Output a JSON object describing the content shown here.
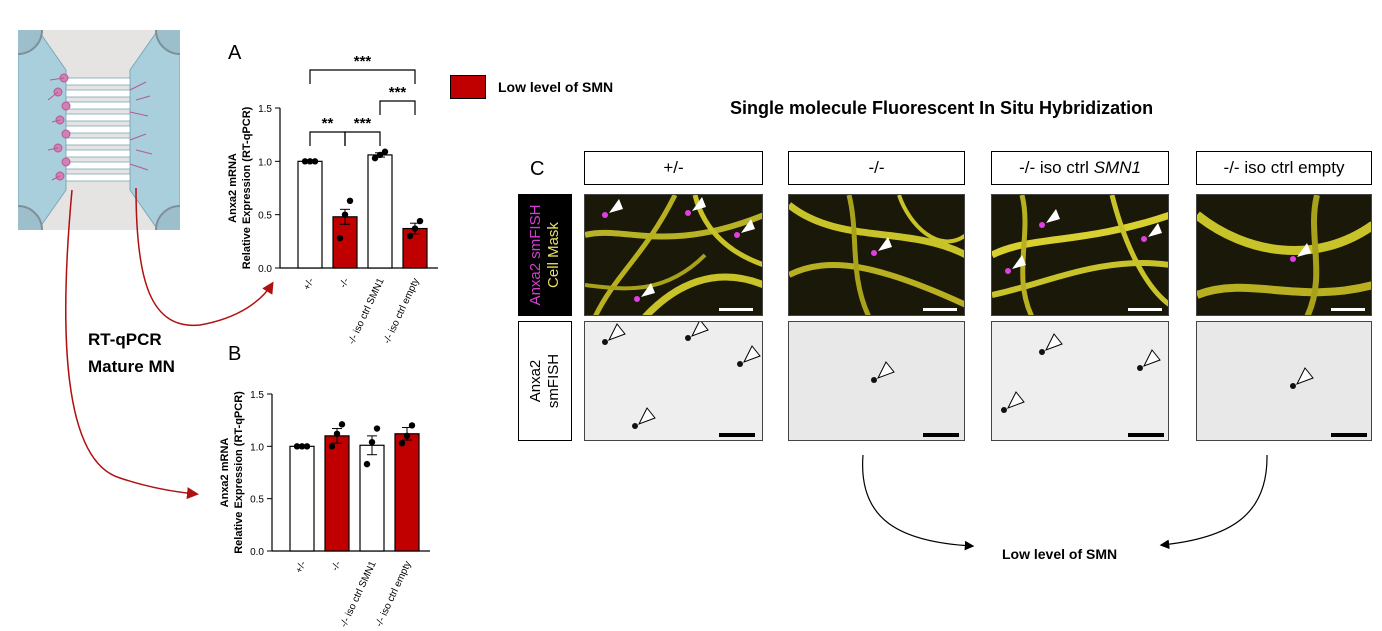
{
  "panels": {
    "a_label": "A",
    "b_label": "B",
    "c_label": "C"
  },
  "legend": {
    "label": "Low level of SMN",
    "color": "#c00000"
  },
  "title": "Single molecule Fluorescent In Situ Hybridization",
  "side_text": {
    "line1": "RT-qPCR",
    "line2": "Mature MN"
  },
  "bottom_label": "Low level of SMN",
  "columns": [
    {
      "label": "+/-",
      "italic": ""
    },
    {
      "label": "-/-",
      "italic": ""
    },
    {
      "label": "-/- iso ctrl ",
      "italic": "SMN1"
    },
    {
      "label": "-/- iso ctrl empty",
      "italic": ""
    }
  ],
  "row_labels": {
    "merged_line1": "Anxa2 smFISH",
    "merged_line2": "Cell Mask",
    "gray_line1": "Anxa2",
    "gray_line2": "smFISH"
  },
  "chart_data": [
    {
      "type": "bar",
      "panel": "A",
      "ylabel": [
        "Anxa2 mRNA",
        "Relative Expression (RT-qPCR)"
      ],
      "ylim": [
        0,
        1.5
      ],
      "yticks": [
        "0.0",
        "0.5",
        "1.0",
        "1.5"
      ],
      "categories": [
        "+/-",
        "-/-",
        "-/- iso ctrl SMN1",
        "-/- iso ctrl empty"
      ],
      "values": [
        1.0,
        0.48,
        1.06,
        0.37
      ],
      "errors": [
        0.0,
        0.07,
        0.02,
        0.05
      ],
      "points": [
        [
          1.0,
          1.0,
          1.0
        ],
        [
          0.28,
          0.5,
          0.63
        ],
        [
          1.03,
          1.06,
          1.09
        ],
        [
          0.3,
          0.37,
          0.44
        ]
      ],
      "fill": [
        "white",
        "red",
        "white",
        "red"
      ],
      "significance": [
        {
          "from": 0,
          "to": 1,
          "label": "**",
          "level": 1
        },
        {
          "from": 1,
          "to": 2,
          "label": "***",
          "level": 1
        },
        {
          "from": 2,
          "to": 3,
          "label": "***",
          "level": 2
        },
        {
          "from": 0,
          "to": 3,
          "label": "***",
          "level": 3
        }
      ]
    },
    {
      "type": "bar",
      "panel": "B",
      "ylabel": [
        "Anxa2 mRNA",
        "Relative Expression (RT-qPCR)"
      ],
      "ylim": [
        0,
        1.5
      ],
      "yticks": [
        "0.0",
        "0.5",
        "1.0",
        "1.5"
      ],
      "categories": [
        "+/-",
        "-/-",
        "-/- iso ctrl SMN1",
        "-/- iso ctrl empty"
      ],
      "values": [
        1.0,
        1.1,
        1.01,
        1.12
      ],
      "errors": [
        0.0,
        0.07,
        0.09,
        0.06
      ],
      "points": [
        [
          1.0,
          1.0,
          1.0
        ],
        [
          1.0,
          1.12,
          1.21
        ],
        [
          0.83,
          1.04,
          1.17
        ],
        [
          1.03,
          1.1,
          1.2
        ]
      ],
      "fill": [
        "white",
        "red",
        "white",
        "red"
      ],
      "significance": []
    }
  ]
}
